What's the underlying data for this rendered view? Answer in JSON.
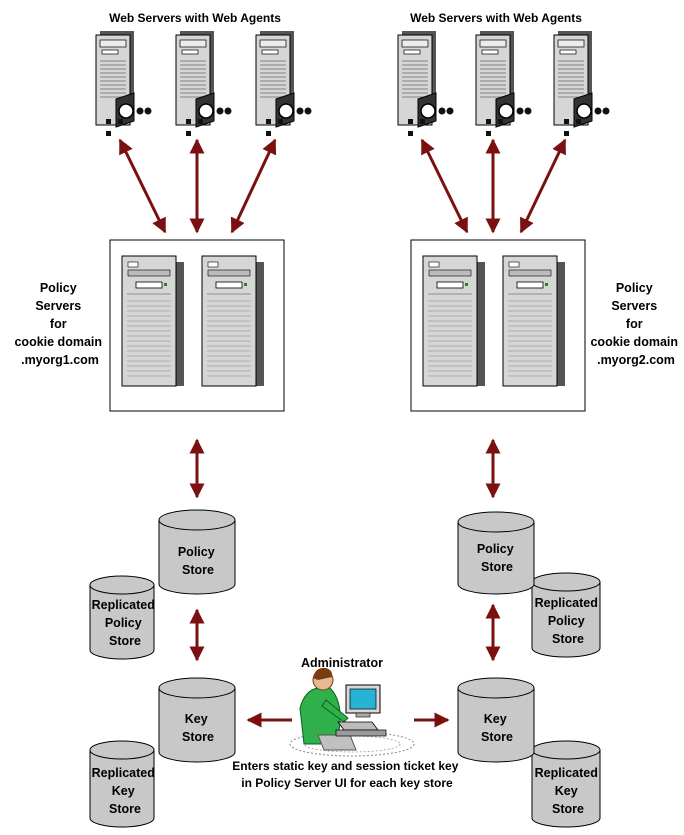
{
  "left": {
    "web_label": "Web Servers with Web Agents",
    "policy_label": [
      "Policy",
      "Servers",
      "for",
      "cookie domain",
      ".myorg1.com"
    ],
    "policy_store": [
      "Policy",
      "Store"
    ],
    "replicated_policy_store": [
      "Replicated",
      "Policy",
      "Store"
    ],
    "key_store": [
      "Key",
      "Store"
    ],
    "replicated_key_store": [
      "Replicated",
      "Key",
      "Store"
    ]
  },
  "right": {
    "web_label": "Web Servers with Web Agents",
    "policy_label": [
      "Policy",
      "Servers",
      "for",
      "cookie domain",
      ".myorg2.com"
    ],
    "policy_store": [
      "Policy",
      "Store"
    ],
    "replicated_policy_store": [
      "Replicated",
      "Policy",
      "Store"
    ],
    "key_store": [
      "Key",
      "Store"
    ],
    "replicated_key_store": [
      "Replicated",
      "Key",
      "Store"
    ]
  },
  "admin": {
    "title": "Administrator",
    "caption": [
      "Enters static key and session ticket key",
      "in Policy Server UI for each key store"
    ]
  },
  "colors": {
    "arrow": "#7a1010",
    "cylinder": "#c8c8c8",
    "server": "#d6d6d6"
  }
}
